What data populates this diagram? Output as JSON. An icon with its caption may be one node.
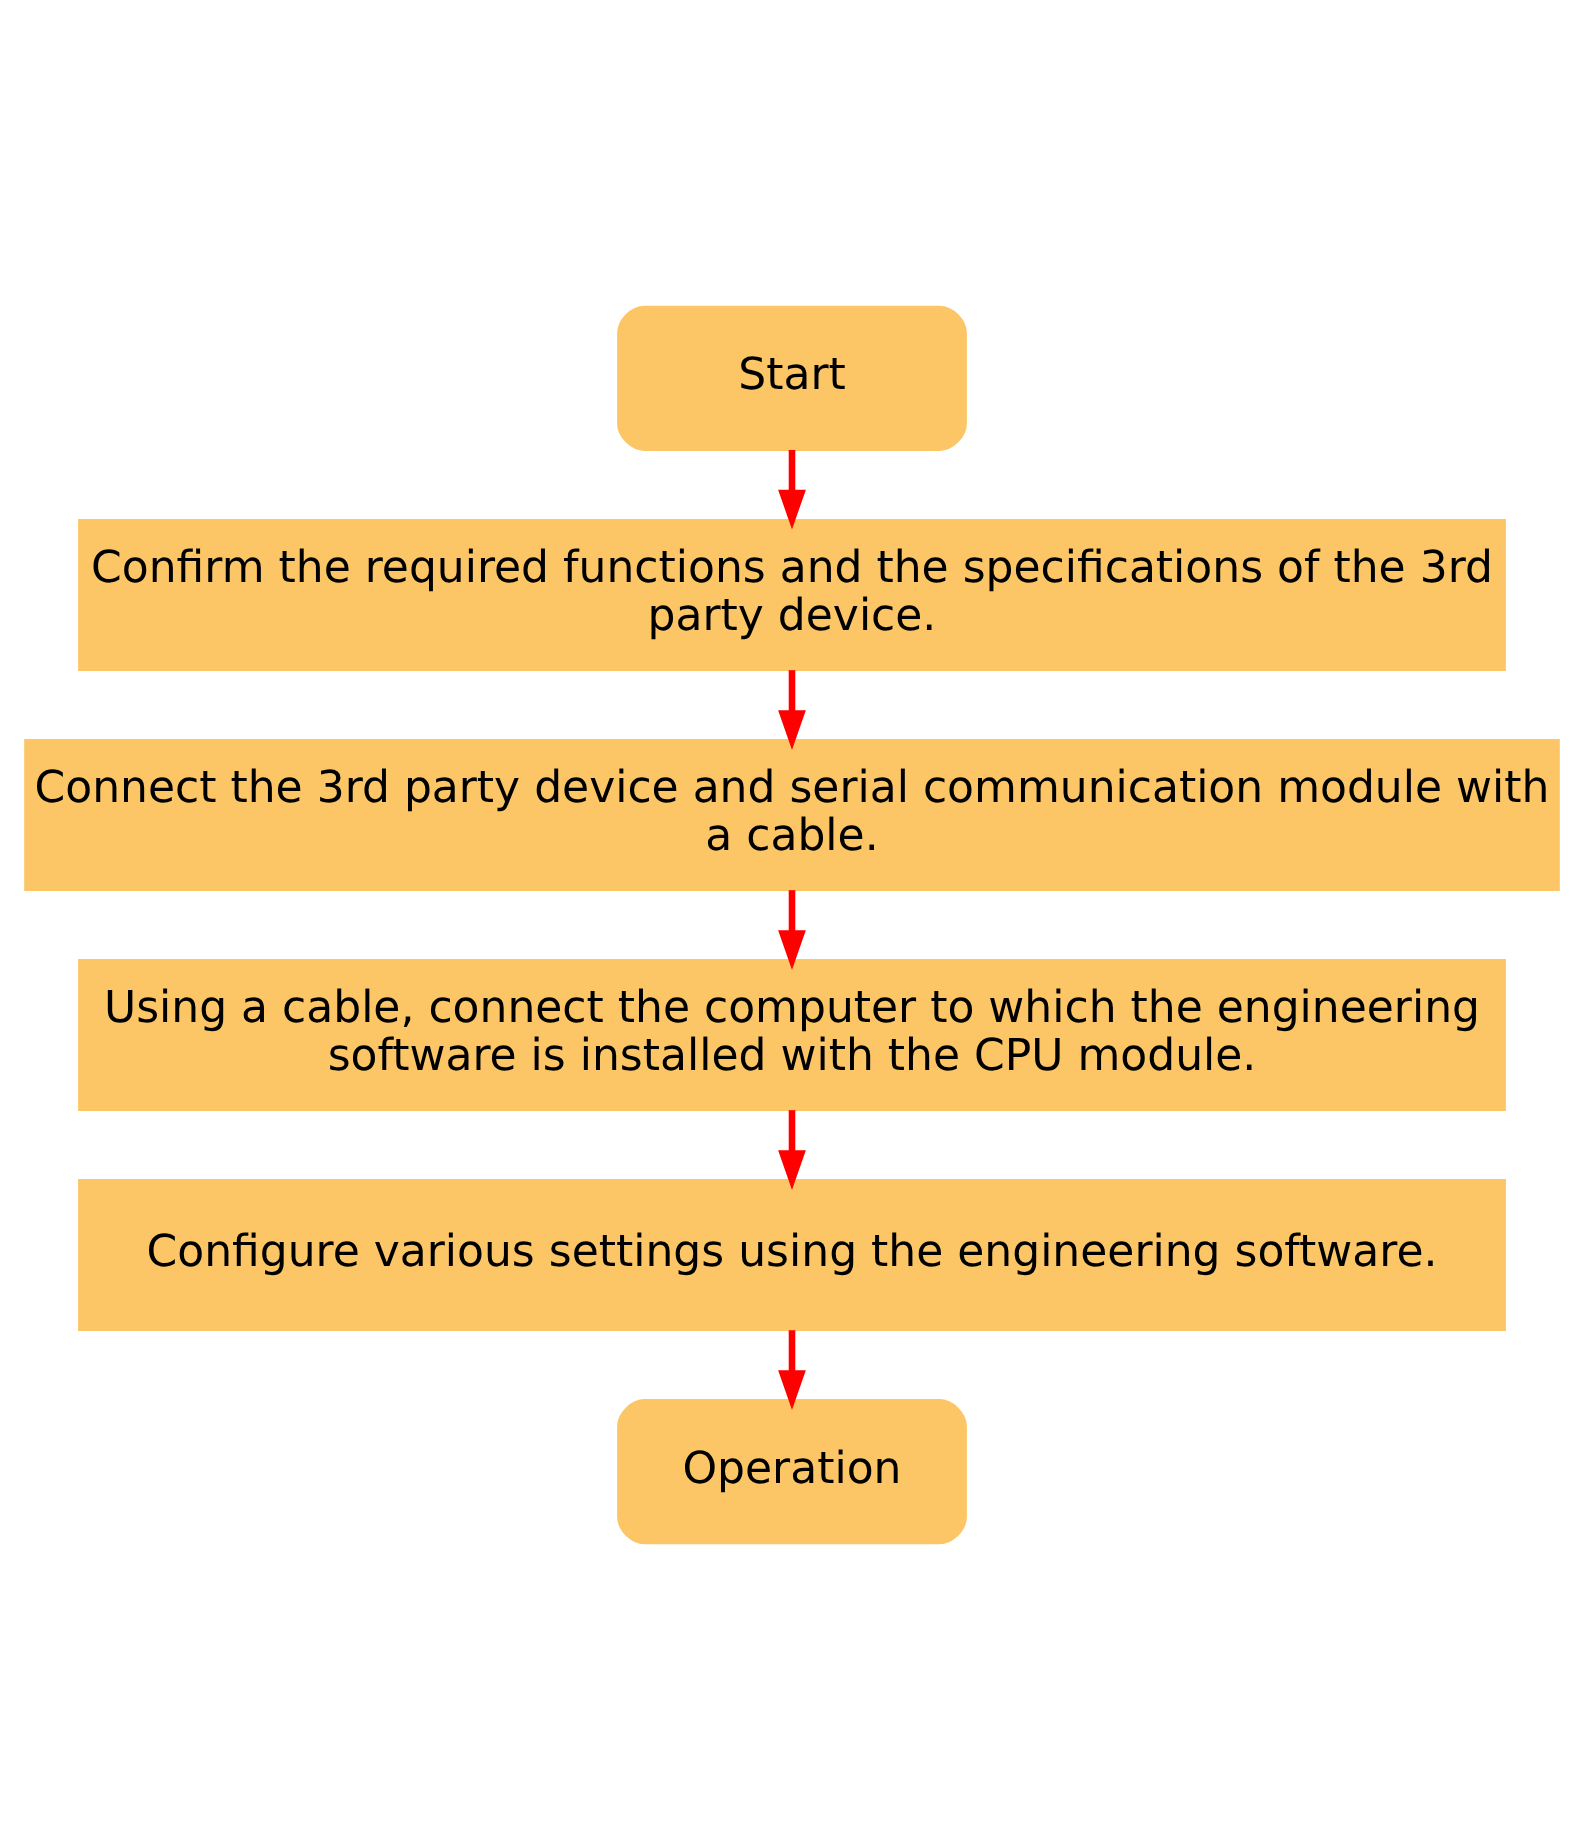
{
  "diagram": {
    "nodes": [
      {
        "text": [
          "Start"
        ]
      },
      {
        "text": [
          "Confirm the required functions and the specifications of the 3rd party device."
        ]
      },
      {
        "text": [
          "Connect the 3rd party device and serial communication module with a cable."
        ]
      },
      {
        "text": [
          "Using a cable, connect the computer to which the engineering software is installed with the CPU module."
        ]
      },
      {
        "text": [
          "Configure various settings using the engineering software."
        ]
      },
      {
        "text": [
          "Operation"
        ]
      }
    ],
    "edges": [
      {
        "from": 0,
        "to": 1,
        "arrow": "to"
      },
      {
        "from": 1,
        "to": 2,
        "arrow": "to"
      },
      {
        "from": 2,
        "to": 3,
        "arrow": "to"
      },
      {
        "from": 3,
        "to": 4,
        "arrow": "to"
      },
      {
        "from": 4,
        "to": 5,
        "arrow": "to"
      }
    ]
  }
}
